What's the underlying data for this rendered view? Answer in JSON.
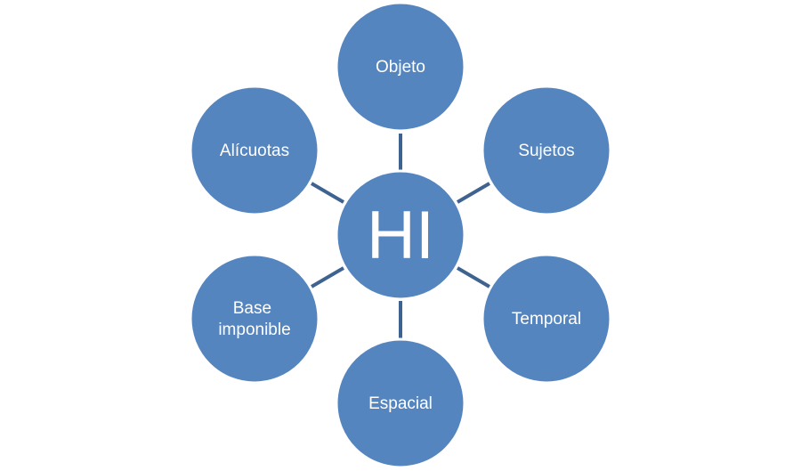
{
  "center": {
    "label": "HI"
  },
  "nodes": [
    {
      "id": "objeto",
      "lines": [
        "Objeto"
      ]
    },
    {
      "id": "sujetos",
      "lines": [
        "Sujetos"
      ]
    },
    {
      "id": "temporal",
      "lines": [
        "Temporal"
      ]
    },
    {
      "id": "espacial",
      "lines": [
        "Espacial"
      ]
    },
    {
      "id": "base-imponible",
      "lines": [
        "Base",
        "imponible"
      ]
    },
    {
      "id": "alicuotas",
      "lines": [
        "Alícuotas"
      ]
    }
  ],
  "colors": {
    "node_fill": "#5585bf",
    "connector": "#3f6390",
    "text": "#ffffff"
  }
}
